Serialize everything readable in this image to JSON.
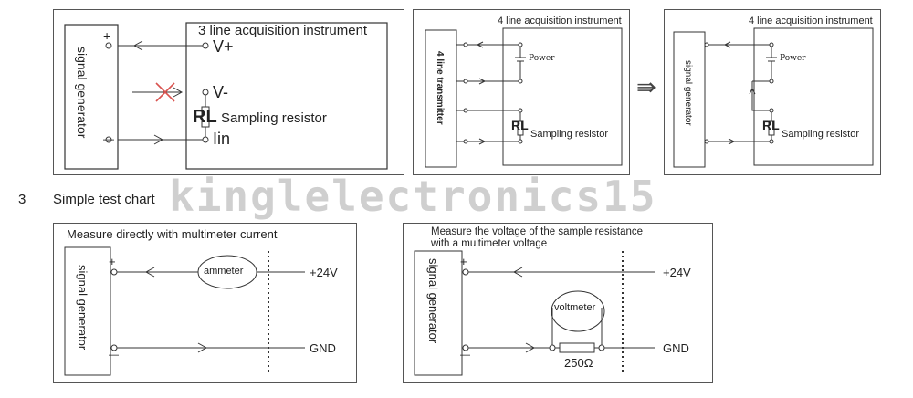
{
  "section": {
    "number": "3",
    "title": "Simple test chart"
  },
  "watermark": "kinglelectronics15",
  "d1": {
    "title": "3 line acquisition instrument",
    "generator": "signal generator",
    "plus": "+",
    "minus": "—",
    "vplus": "V+",
    "vminus": "V-",
    "iin": "Iin",
    "rl": "RL",
    "sampling": "Sampling resistor"
  },
  "d2": {
    "title": "4 line acquisition instrument",
    "transmitter": "4 line transmitter",
    "power": "Power",
    "rl": "RL",
    "sampling": "Sampling resistor"
  },
  "d3": {
    "title": "4 line acquisition instrument",
    "generator": "signal generator",
    "power": "Power",
    "rl": "RL",
    "sampling": "Sampling resistor"
  },
  "d4": {
    "title": "Measure directly with multimeter current",
    "generator": "signal generator",
    "plus": "+",
    "minus": "—",
    "meter": "ammeter",
    "supply": "+24V",
    "gnd": "GND"
  },
  "d5": {
    "title_line1": "Measure the voltage of the sample resistance",
    "title_line2": "with a multimeter voltage",
    "generator": "signal generator",
    "plus": "+",
    "minus": "—",
    "meter": "voltmeter",
    "supply": "+24V",
    "gnd": "GND",
    "resistor_value": "250Ω"
  }
}
